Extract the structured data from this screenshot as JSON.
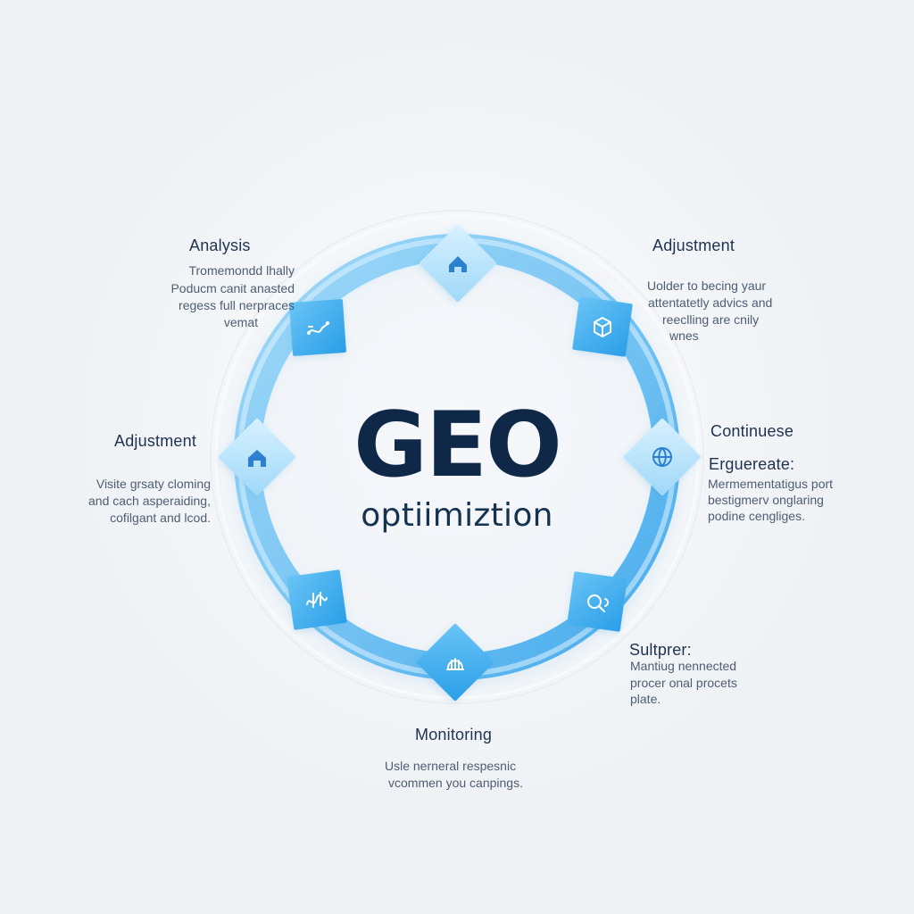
{
  "center": {
    "title": "GEO",
    "subtitle": "optiimiztion"
  },
  "nodes": [
    {
      "id": "analysis",
      "heading": "Analysis",
      "lines": [
        "Tromemondd lhally",
        "Poducm canit anasted",
        "regess full nerpraces",
        "vemat"
      ]
    },
    {
      "id": "adjustment-right",
      "heading": "Adjustment",
      "lines": [
        "Uolder to becing yaur",
        "attentatetly advics and",
        "reeclling are cnily",
        "wnes"
      ]
    },
    {
      "id": "continue",
      "heading": "Continuese",
      "subheading": "Erguereate:",
      "lines": [
        "Mermementatigus port",
        "bestigmerv onglaring",
        "podine cengliges."
      ]
    },
    {
      "id": "sultpre",
      "heading": "Sultprer:",
      "lines": [
        "Mantiug nennected",
        "procer onal procets",
        "plate."
      ]
    },
    {
      "id": "monitoring",
      "heading": "Monitoring",
      "lines": [
        "Usle nerneral respesnic",
        "vcommen you canpings."
      ]
    },
    {
      "id": "adjustment-left",
      "heading": "Adjustment",
      "lines": [
        "Visite grsaty cloming",
        "and cach asperaiding,",
        "cofilgant and lcod."
      ]
    }
  ],
  "icons": {
    "top": "home-icon",
    "top_right": "cube-icon",
    "right": "globe-icon",
    "bottom_right": "search-icon",
    "bottom": "shell-icon",
    "bottom_left": "signal-icon",
    "left": "home-icon",
    "top_left": "route-icon"
  },
  "colors": {
    "ring_light": "#bfe5fb",
    "ring_mid": "#8fd0f6",
    "ring_dark": "#3ea7e9",
    "diamond_light": "#b9e3fb",
    "diamond_dark": "#43b1ee",
    "title": "#0f2848"
  }
}
